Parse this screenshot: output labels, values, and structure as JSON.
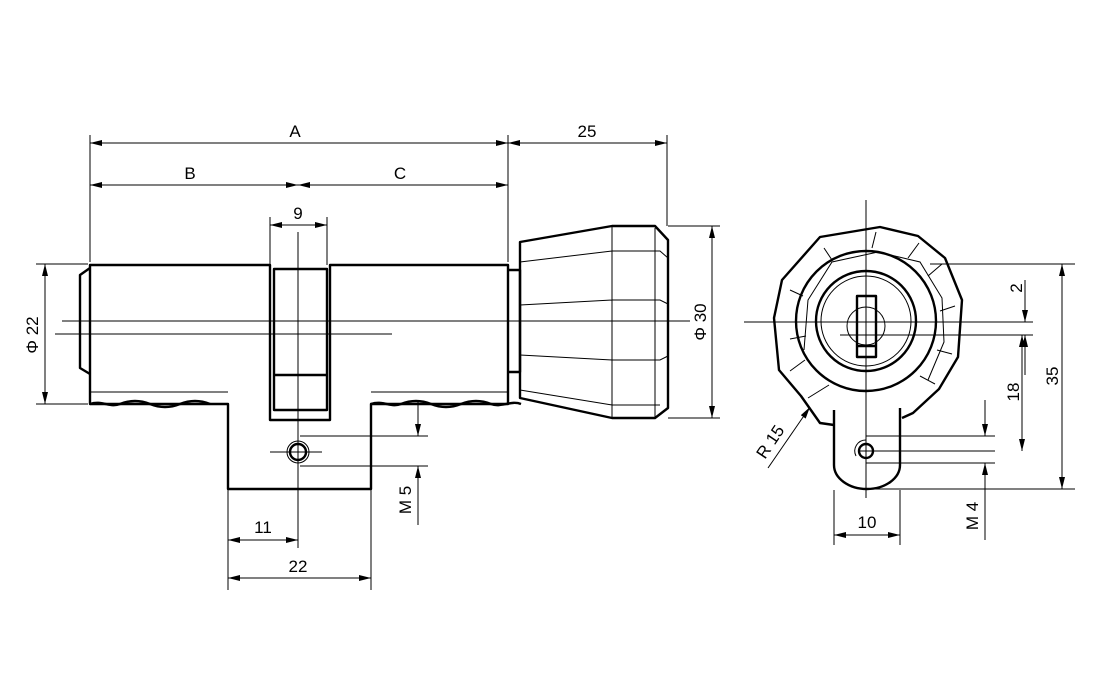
{
  "side_view": {
    "dim_A": "A",
    "dim_B": "B",
    "dim_C": "C",
    "dim_25": "25",
    "dim_9": "9",
    "dim_phi22": "Φ 22",
    "dim_phi30": "Φ 30",
    "dim_M5": "M 5",
    "dim_11": "11",
    "dim_22": "22"
  },
  "front_view": {
    "dim_2": "2",
    "dim_18": "18",
    "dim_35": "35",
    "dim_R15": "R 15",
    "dim_M4": "M 4",
    "dim_10": "10"
  }
}
